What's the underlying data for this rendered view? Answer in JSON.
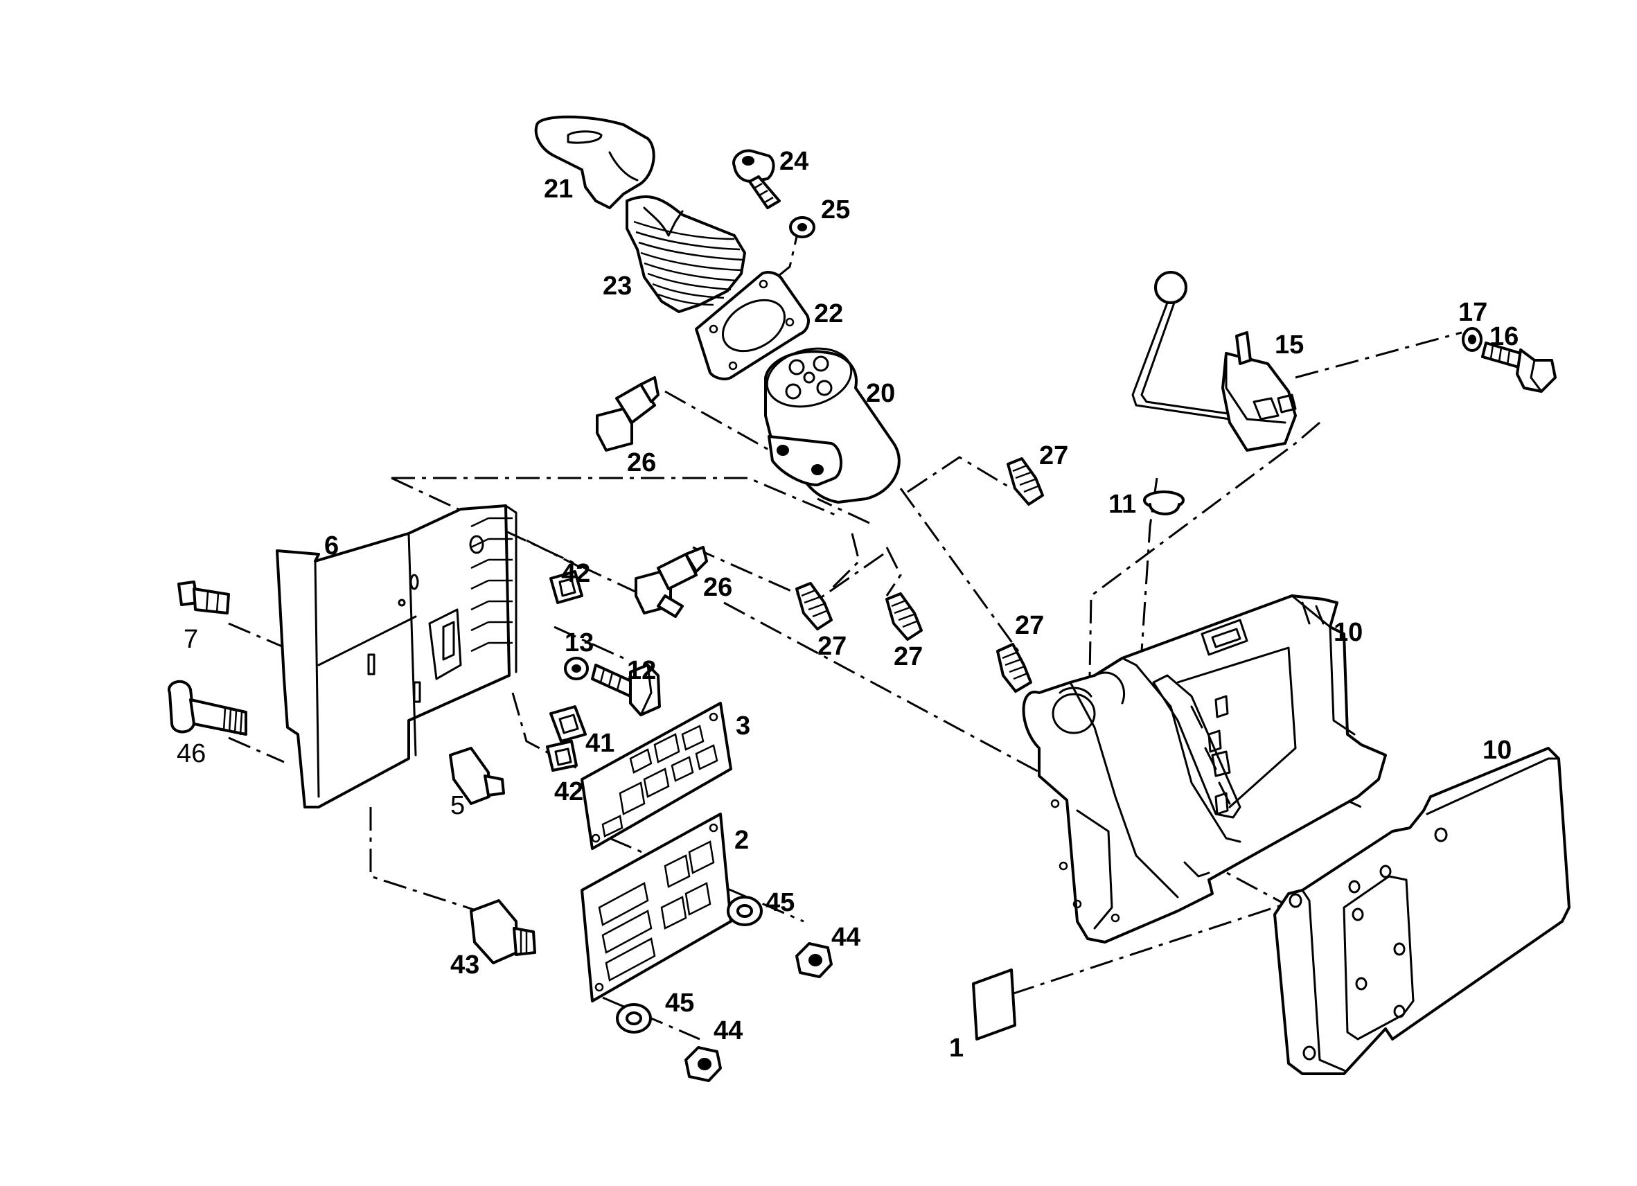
{
  "callouts": {
    "c1": "1",
    "c2": "2",
    "c3": "3",
    "c5": "5",
    "c6": "6",
    "c7": "7",
    "c10a": "10",
    "c10b": "10",
    "c11": "11",
    "c12": "12",
    "c13": "13",
    "c15": "15",
    "c16": "16",
    "c17": "17",
    "c20": "20",
    "c21": "21",
    "c22": "22",
    "c23": "23",
    "c24": "24",
    "c25": "25",
    "c26a": "26",
    "c26b": "26",
    "c27a": "27",
    "c27b": "27",
    "c27c": "27",
    "c27d": "27",
    "c41": "41",
    "c42a": "42",
    "c42b": "42",
    "c43": "43",
    "c44a": "44",
    "c44b": "44",
    "c45a": "45",
    "c45b": "45",
    "c46": "46"
  }
}
